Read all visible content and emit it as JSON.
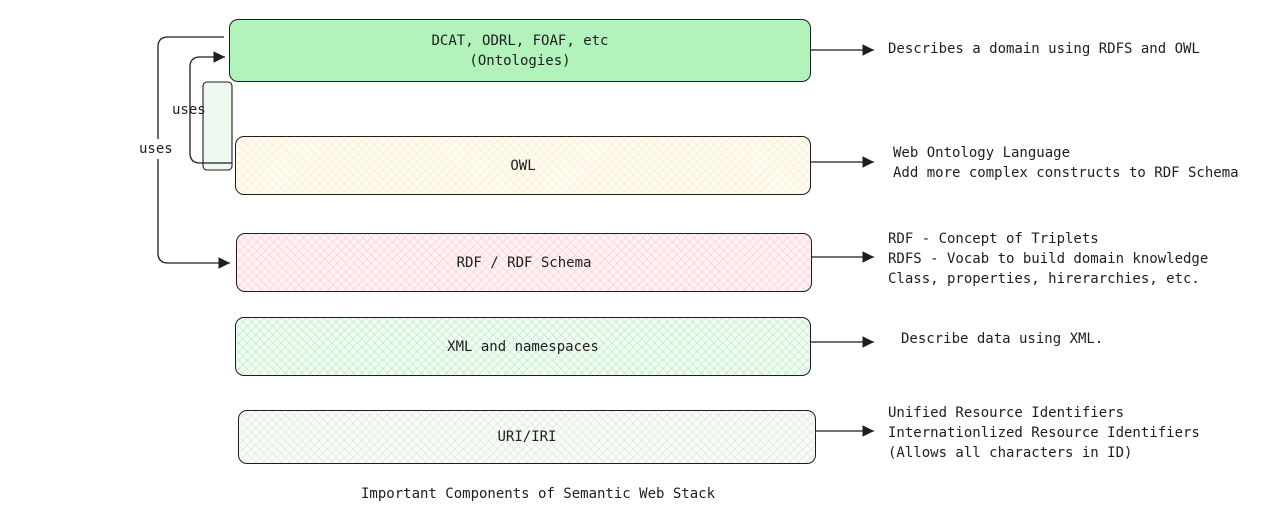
{
  "layers": {
    "ontologies": {
      "label": "DCAT, ODRL, FOAF, etc\n(Ontologies)",
      "description": "Describes a domain using RDFS and OWL"
    },
    "owl": {
      "label": "OWL",
      "description": "Web Ontology Language\nAdd more complex constructs to RDF Schema"
    },
    "rdf": {
      "label": "RDF / RDF Schema",
      "description": "RDF - Concept of Triplets\nRDFS - Vocab to build domain knowledge\nClass, properties, hirerarchies, etc."
    },
    "xml": {
      "label": "XML and namespaces",
      "description": "Describe data using XML."
    },
    "uri": {
      "label": "URI/IRI",
      "description": "Unified Resource Identifiers\nInternationlized Resource Identifiers\n(Allows all characters in ID)"
    }
  },
  "connectors": {
    "uses_outer": "uses",
    "uses_inner": "uses"
  },
  "caption": "Important Components of Semantic Web Stack",
  "colors": {
    "ontologies_fill": "#b2f2bb",
    "owl_fill": "#fffbf0",
    "rdf_fill": "#fff2f4",
    "xml_fill": "#f0fbf2",
    "uri_fill": "#f8fbf8",
    "stroke": "#1e1e1e"
  }
}
